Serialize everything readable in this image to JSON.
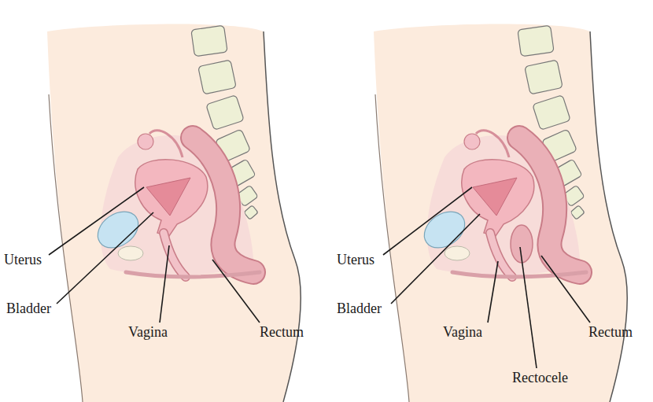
{
  "diagram": {
    "labels": [
      "Uterus",
      "Bladder",
      "Vagina",
      "Rectum",
      "Uterus",
      "Bladder",
      "Vagina",
      "Rectum",
      "Rectocele"
    ]
  }
}
